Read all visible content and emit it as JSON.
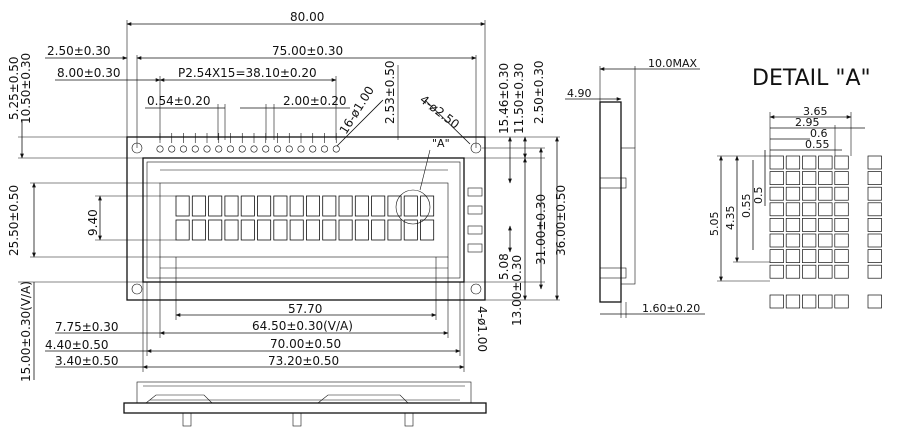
{
  "front_view": {
    "overall_width": "80.00",
    "hole_pitch": "75.00±0.30",
    "hole_offset": "2.50±0.30",
    "pin_offset": "8.00±0.30",
    "pin_pitch": "P2.54X15=38.10±0.20",
    "pin_dim_a": "0.54±0.20",
    "pin_dim_b": "2.00±0.20",
    "pad_hole": "16-ø1.00",
    "pin_top": "2.53±0.50",
    "mount_hole": "4-ø2.50",
    "detail_label": "\"A\"",
    "left_top_a": "5.25±0.50",
    "left_top_b": "10.50±0.30",
    "char_height": "9.40",
    "view_height": "25.50±0.50",
    "left_bottom": "15.00±0.30(V/A)",
    "right_a": "15.46±0.30",
    "right_b": "11.50±0.30",
    "right_c": "2.50±0.30",
    "right_d": "5.08",
    "right_e": "13.00±0.30",
    "right_f": "31.00±0.30",
    "right_g": "36.00±0.50",
    "bottom_hole": "4-ø1.00",
    "char_width": "57.70",
    "va_width": "64.50±0.30(V/A)",
    "bezel_width": "70.00±0.50",
    "bezel_outer": "73.20±0.50",
    "bottom_a": "7.75±0.30",
    "bottom_b": "4.40±0.50",
    "bottom_c": "3.40±0.50"
  },
  "side_view": {
    "max_thickness": "10.0MAX",
    "depth": "4.90",
    "pcb_thickness": "1.60±0.20"
  },
  "detail_a": {
    "title": "DETAIL \"A\"",
    "w_total": "3.65",
    "w_a": "2.95",
    "w_b": "0.6",
    "w_c": "0.55",
    "h_total": "5.05",
    "h_a": "4.35",
    "h_b": "0.55",
    "h_c": "0.5"
  }
}
